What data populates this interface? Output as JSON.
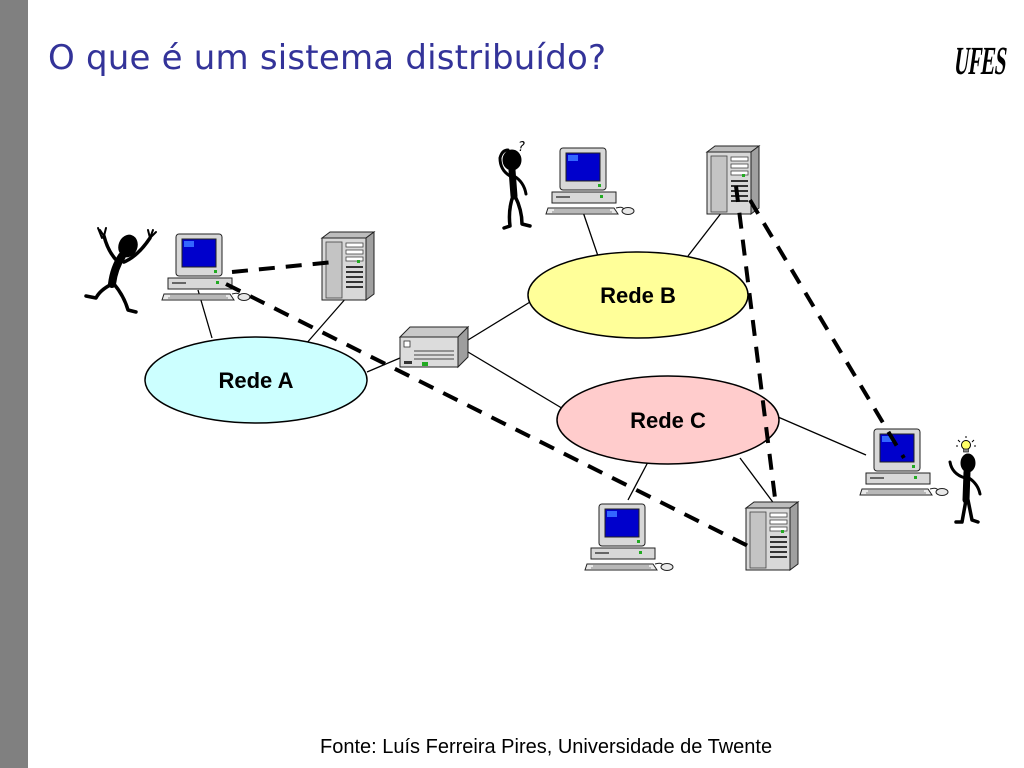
{
  "slide": {
    "title": "O que é um sistema distribuído?",
    "caption": "Fonte: Luís Ferreira Pires, Universidade de Twente"
  },
  "logo": {
    "text": "UFES"
  },
  "colors": {
    "side_bar": "#808080",
    "title": "#333399",
    "rede_a": "#ccffff",
    "rede_b": "#ffff99",
    "rede_c": "#ffcccc",
    "screen": "#0000cc",
    "case": "#d8d8d8"
  },
  "networks": [
    {
      "id": "rede-a",
      "label": "Rede A"
    },
    {
      "id": "rede-b",
      "label": "Rede B"
    },
    {
      "id": "rede-c",
      "label": "Rede C"
    }
  ],
  "figures": [
    {
      "id": "confused-person",
      "mark": "?"
    },
    {
      "id": "excited-person"
    },
    {
      "id": "idea-person",
      "icon": "lightbulb-icon"
    }
  ]
}
